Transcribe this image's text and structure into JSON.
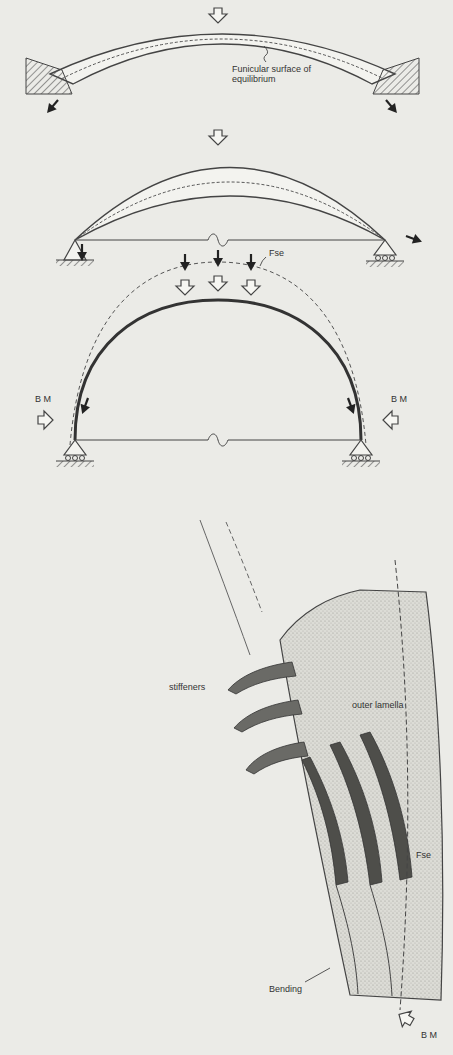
{
  "diagram": {
    "labels": [
      "Funicular surface of equilibrium",
      "Fse",
      "B M",
      "B M",
      "stiffeners",
      "outer lamella",
      "Fse",
      "Bending",
      "B M"
    ]
  }
}
